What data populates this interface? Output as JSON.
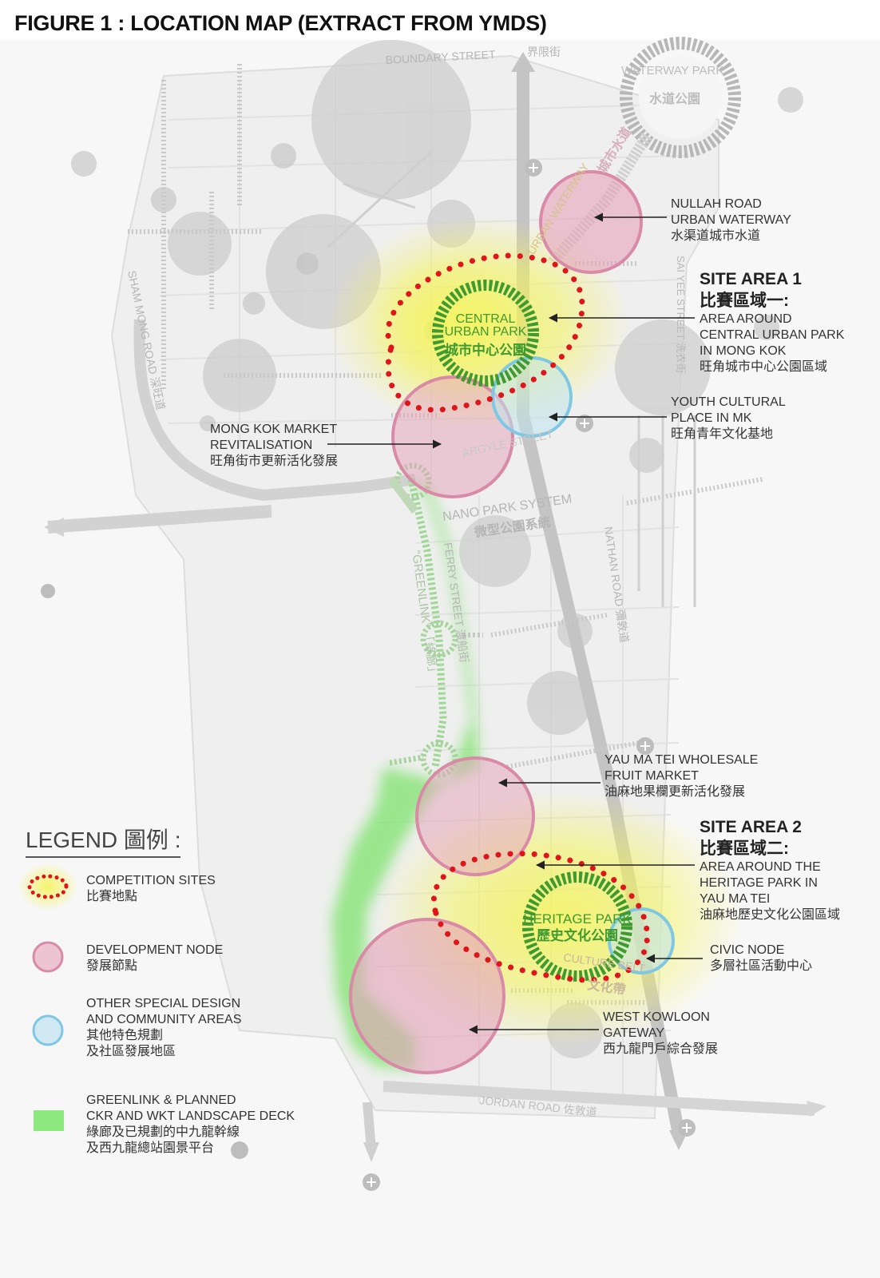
{
  "title": "FIGURE 1 : LOCATION MAP (EXTRACT FROM YMDS)",
  "streets": {
    "boundary_en": "BOUNDARY STREET",
    "boundary_cn": "界限街",
    "sham_mong_en": "SHAM MONG ROAD",
    "sham_mong_cn": "深旺道",
    "argyle_en": "ARGYLE STREET",
    "ferry_en": "FERRY STREET",
    "ferry_cn": "渡船街",
    "nathan_en": "NATHAN ROAD",
    "nathan_cn": "彌敦道",
    "jordan_en": "JORDAN ROAD",
    "jordan_cn": "佐敦道",
    "sai_yee_en": "SAI YEE STREET",
    "sai_yee_cn": "洗衣街"
  },
  "map_text": {
    "waterway_park_en": "WATERWAY PARK",
    "waterway_park_cn": "水道公園",
    "urban_waterway_en": "URBAN WATERWAY",
    "urban_waterway_cn": "城市水道",
    "central_park_en_1": "CENTRAL",
    "central_park_en_2": "URBAN PARK",
    "central_park_cn": "城市中心公園",
    "nano_en": "NANO PARK SYSTEM",
    "nano_cn": "微型公園系統",
    "greenlink_en": "“GREENLINK”",
    "greenlink_cn": "「綠廊」",
    "heritage_en": "HERITAGE PARK",
    "heritage_cn": "歷史文化公園",
    "culture_belt_en": "CULTURE BELT",
    "culture_belt_cn": "文化帶"
  },
  "callouts": {
    "nullah": [
      "NULLAH ROAD",
      "URBAN WATERWAY",
      "水渠道城市水道"
    ],
    "site1": {
      "head": "SITE AREA 1",
      "head_cn": "比賽區域一:",
      "lines": [
        "AREA AROUND",
        "CENTRAL URBAN PARK",
        "IN MONG KOK",
        "旺角城市中心公園區域"
      ]
    },
    "youth": [
      "YOUTH CULTURAL",
      "PLACE IN MK",
      "旺角青年文化基地"
    ],
    "mongkok": [
      "MONG KOK MARKET",
      "REVITALISATION",
      "旺角街市更新活化發展"
    ],
    "ymt": [
      "YAU MA TEI WHOLESALE",
      "FRUIT MARKET",
      "油麻地果欄更新活化發展"
    ],
    "site2": {
      "head": "SITE AREA 2",
      "head_cn": "比賽區域二:",
      "lines": [
        "AREA AROUND THE",
        "HERITAGE PARK IN",
        "YAU MA TEI",
        "油麻地歷史文化公園區域"
      ]
    },
    "civic": [
      "CIVIC NODE",
      "多層社區活動中心"
    ],
    "wkg": [
      "WEST KOWLOON",
      "GATEWAY",
      "西九龍門戶綜合發展"
    ]
  },
  "legend": {
    "title": "LEGEND 圖例 :",
    "items": [
      {
        "lines": [
          "COMPETITION SITES",
          "比賽地點"
        ]
      },
      {
        "lines": [
          "DEVELOPMENT NODE",
          "發展節點"
        ]
      },
      {
        "lines": [
          "OTHER SPECIAL DESIGN",
          "AND COMMUNITY AREAS",
          "其他特色規劃",
          "及社區發展地區"
        ]
      },
      {
        "lines": [
          "GREENLINK & PLANNED",
          "CKR AND WKT LANDSCAPE DECK",
          "綠廊及已規劃的中九龍幹線",
          "及西九龍總站園景平台"
        ]
      }
    ]
  },
  "colors": {
    "competition_dots": "#e0141b",
    "development_node": "#d98aa6",
    "community_area": "#7ec8e3",
    "greenlink": "#7fe36e",
    "park_ring": "#3f9a2f",
    "site_glow": "#f2f25a",
    "map_grey": "#cfcfcf"
  }
}
